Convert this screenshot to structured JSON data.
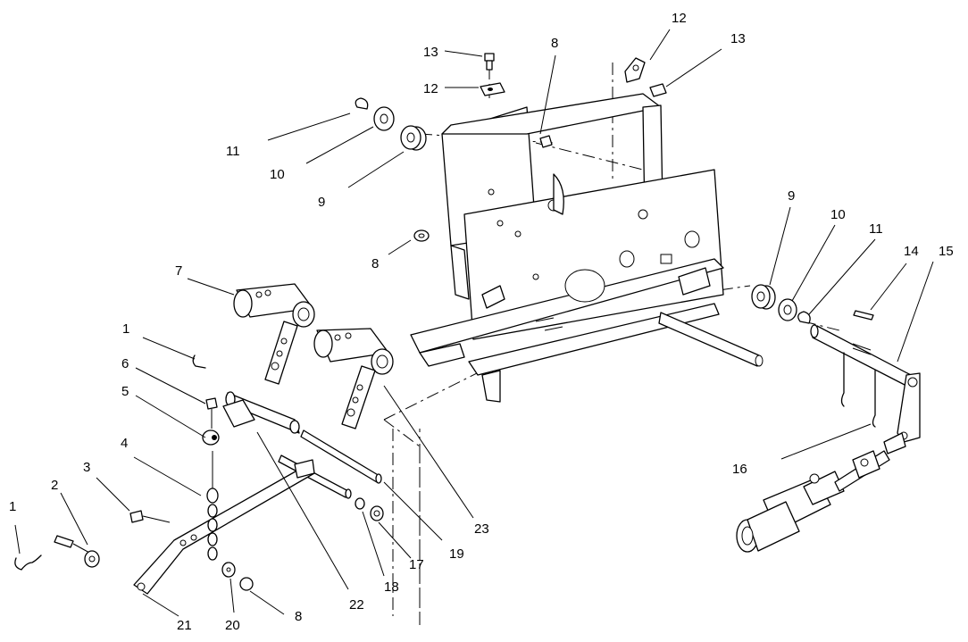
{
  "diagram": {
    "type": "exploded-parts-view",
    "callouts": [
      {
        "id": "c1a",
        "label": "1"
      },
      {
        "id": "c1b",
        "label": "1"
      },
      {
        "id": "c2",
        "label": "2"
      },
      {
        "id": "c3",
        "label": "3"
      },
      {
        "id": "c4",
        "label": "4"
      },
      {
        "id": "c5",
        "label": "5"
      },
      {
        "id": "c6",
        "label": "6"
      },
      {
        "id": "c7",
        "label": "7"
      },
      {
        "id": "c8a",
        "label": "8"
      },
      {
        "id": "c8b",
        "label": "8"
      },
      {
        "id": "c8c",
        "label": "8"
      },
      {
        "id": "c9a",
        "label": "9"
      },
      {
        "id": "c9b",
        "label": "9"
      },
      {
        "id": "c10a",
        "label": "10"
      },
      {
        "id": "c10b",
        "label": "10"
      },
      {
        "id": "c11a",
        "label": "11"
      },
      {
        "id": "c11b",
        "label": "11"
      },
      {
        "id": "c12a",
        "label": "12"
      },
      {
        "id": "c12b",
        "label": "12"
      },
      {
        "id": "c13a",
        "label": "13"
      },
      {
        "id": "c13b",
        "label": "13"
      },
      {
        "id": "c14",
        "label": "14"
      },
      {
        "id": "c15",
        "label": "15"
      },
      {
        "id": "c16",
        "label": "16"
      },
      {
        "id": "c17",
        "label": "17"
      },
      {
        "id": "c18",
        "label": "18"
      },
      {
        "id": "c19",
        "label": "19"
      },
      {
        "id": "c20",
        "label": "20"
      },
      {
        "id": "c21",
        "label": "21"
      },
      {
        "id": "c22",
        "label": "22"
      },
      {
        "id": "c23",
        "label": "23"
      }
    ]
  },
  "colors": {
    "ink": "#000000",
    "paper": "#ffffff"
  }
}
